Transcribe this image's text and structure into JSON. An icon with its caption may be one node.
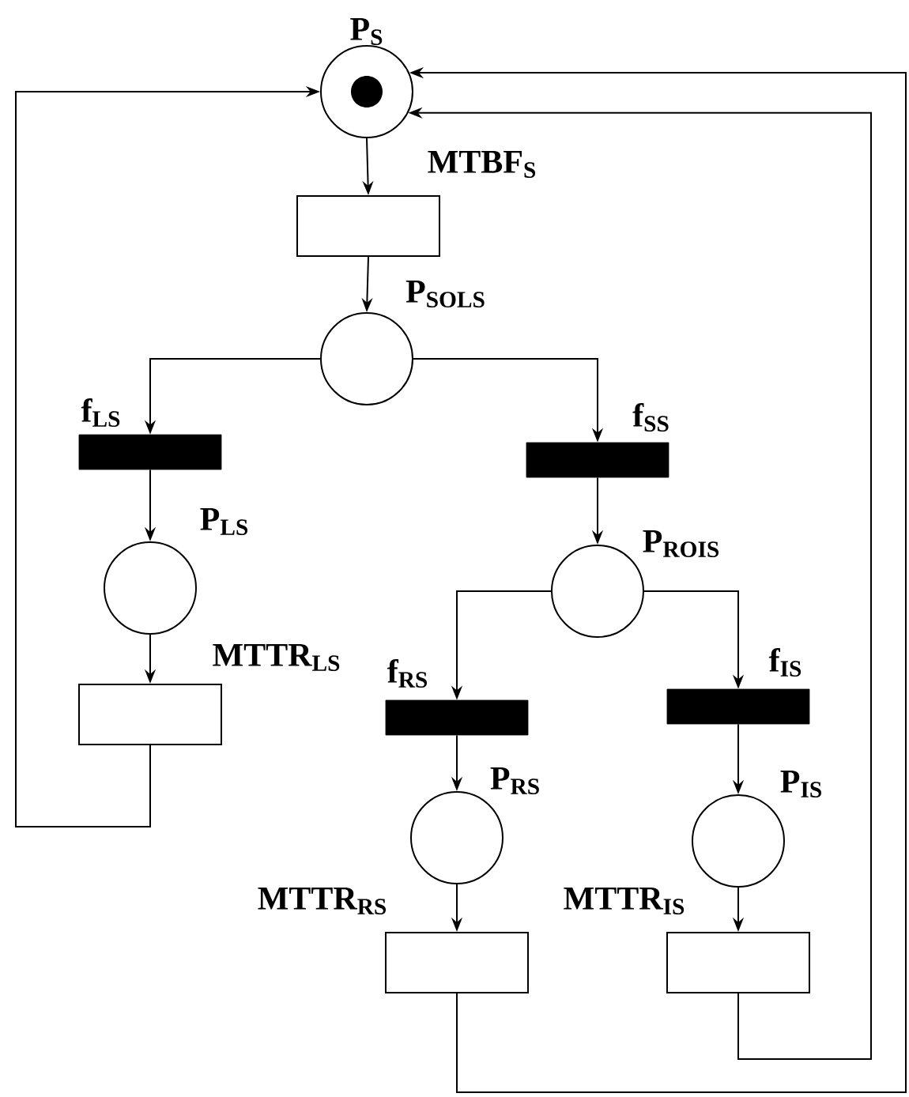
{
  "diagram": {
    "nodes": [
      {
        "text": [
          "P$_{S}$"
        ]
      },
      {
        "text": [
          "MTBF$_{S}$"
        ]
      },
      {
        "text": [
          "P$_{SOLS}$"
        ]
      },
      {
        "text": [
          "f$_{LS}$"
        ]
      },
      {
        "text": [
          "f$_{SS}$"
        ]
      },
      {
        "text": [
          "P$_{LS}$"
        ]
      },
      {
        "text": [
          "P$_{ROIS}$"
        ]
      },
      {
        "text": [
          "MTTR$_{LS}$"
        ]
      },
      {
        "text": [
          "f$_{RS}$"
        ]
      },
      {
        "text": [
          "f$_{IS}$"
        ]
      },
      {
        "text": [
          "P$_{RS}$"
        ]
      },
      {
        "text": [
          "P$_{IS}$"
        ]
      },
      {
        "text": [
          "MTTR$_{RS}$"
        ]
      },
      {
        "text": [
          "MTTR$_{IS}$"
        ]
      }
    ],
    "edges": [
      {
        "from": 0,
        "to": 1,
        "arrow": "to"
      },
      {
        "from": 1,
        "to": 2,
        "arrow": "to"
      },
      {
        "from": 2,
        "to": 3,
        "arrow": "to"
      },
      {
        "from": 2,
        "to": 4,
        "arrow": "to"
      },
      {
        "from": 3,
        "to": 5,
        "arrow": "to"
      },
      {
        "from": 4,
        "to": 6,
        "arrow": "to"
      },
      {
        "from": 5,
        "to": 7,
        "arrow": "to"
      },
      {
        "from": 6,
        "to": 8,
        "arrow": "to"
      },
      {
        "from": 6,
        "to": 9,
        "arrow": "to"
      },
      {
        "from": 8,
        "to": 10,
        "arrow": "to"
      },
      {
        "from": 9,
        "to": 11,
        "arrow": "to"
      },
      {
        "from": 10,
        "to": 12,
        "arrow": "to"
      },
      {
        "from": 11,
        "to": 13,
        "arrow": "to"
      },
      {
        "from": 7,
        "to": 0,
        "arrow": "to"
      },
      {
        "from": 12,
        "to": 0,
        "arrow": "to"
      },
      {
        "from": 13,
        "to": 0,
        "arrow": "to"
      }
    ]
  }
}
